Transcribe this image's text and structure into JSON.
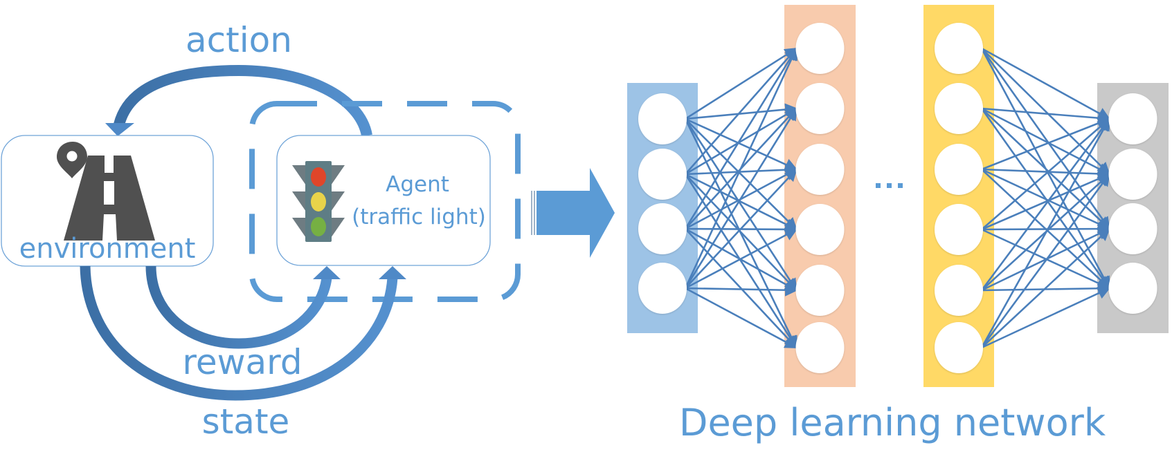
{
  "diagram": {
    "type": "reinforcement-learning-with-deep-network",
    "rl_loop": {
      "labels": {
        "action": "action",
        "reward": "reward",
        "state": "state"
      },
      "environment": {
        "label": "environment",
        "icon": "road-with-map-pin-icon"
      },
      "agent": {
        "line1": "Agent",
        "line2": "(traffic light)",
        "icon": "traffic-light-icon",
        "light_colors": [
          "#e0462a",
          "#e8d34a",
          "#76b043"
        ]
      },
      "edges": [
        {
          "from": "agent",
          "to": "environment",
          "label": "action"
        },
        {
          "from": "environment",
          "to": "agent",
          "label": "reward"
        },
        {
          "from": "environment",
          "to": "agent",
          "label": "state"
        }
      ]
    },
    "transition_arrow": "right-arrow-icon",
    "network": {
      "title": "Deep learning network",
      "ellipsis": "...",
      "layers": [
        {
          "name": "input",
          "nodes": 4,
          "color": "#9dc3e6"
        },
        {
          "name": "hidden-1",
          "nodes": 6,
          "color": "#f8cbad"
        },
        {
          "name": "hidden-n",
          "nodes": 6,
          "color": "#ffd966"
        },
        {
          "name": "output",
          "nodes": 4,
          "color": "#c9c9c9"
        }
      ],
      "connections": [
        {
          "from": "input",
          "to": "hidden-1",
          "fully_connected": true
        },
        {
          "from": "hidden-n",
          "to": "output",
          "fully_connected": true
        }
      ]
    },
    "colors": {
      "accent": "#5b9bd5",
      "arrow_dark": "#3e72a8",
      "edge": "#4a7fbb",
      "icon_dark": "#505050",
      "traffic_light_body": "#5e7d85",
      "traffic_light_wings": "#6e7c82"
    }
  }
}
